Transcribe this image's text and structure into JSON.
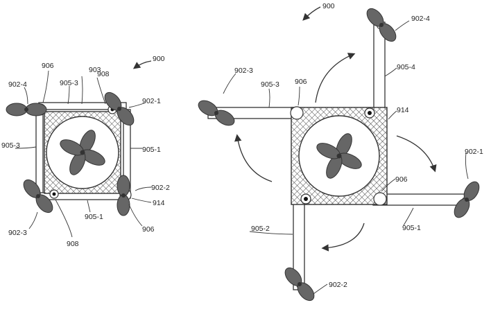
{
  "labels": {
    "left": {
      "ref_900": "900",
      "label_903": "903",
      "label_906_top": "906",
      "label_908_top": "908",
      "label_902_4": "902-4",
      "label_905_3_top": "905-3",
      "label_902_1": "902-1",
      "label_905_3_side": "905-3",
      "label_905_1_side": "905-1",
      "label_902_2": "902-2",
      "label_914": "914",
      "label_905_1_bottom": "905-1",
      "label_902_3": "902-3",
      "label_908_bottom": "908",
      "label_906_bottom": "906"
    },
    "right": {
      "ref_900": "900",
      "label_902_4": "902-4",
      "label_902_3": "902-3",
      "label_905_3": "905-3",
      "label_906_top": "906",
      "label_905_4": "905-4",
      "label_914": "914",
      "label_902_1": "902-1",
      "label_906_mid": "906",
      "label_905_2": "905-2",
      "label_905_1": "905-1",
      "label_902_2": "902-2"
    }
  },
  "colors": {
    "blade": "#666666",
    "stroke": "#333333",
    "background": "#ffffff"
  }
}
